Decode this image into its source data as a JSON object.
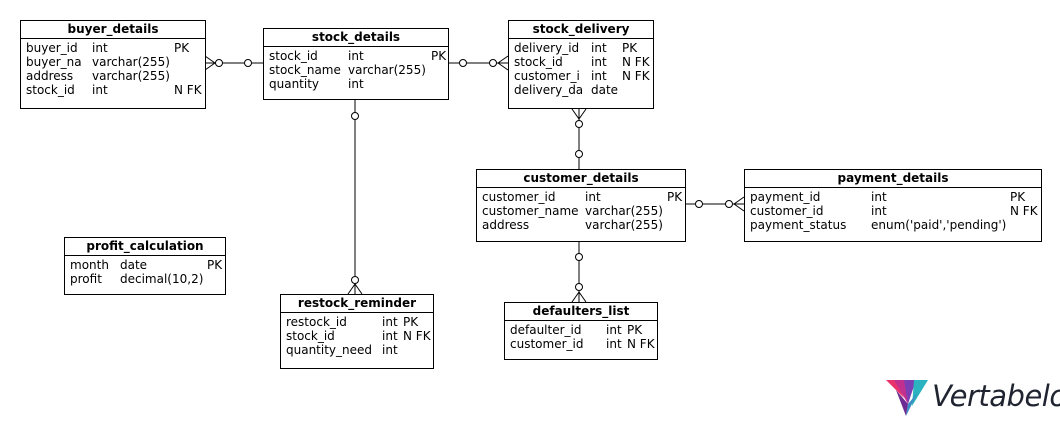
{
  "tables": {
    "buyer_details": {
      "title": "buyer_details",
      "columns": [
        {
          "name": "buyer_id",
          "type": "int",
          "key": "PK"
        },
        {
          "name": "buyer_na",
          "type": "varchar(255)",
          "key": ""
        },
        {
          "name": "address",
          "type": "varchar(255)",
          "key": ""
        },
        {
          "name": "stock_id",
          "type": "int",
          "key": "N FK"
        }
      ]
    },
    "stock_details": {
      "title": "stock_details",
      "columns": [
        {
          "name": "stock_id",
          "type": "int",
          "key": "PK"
        },
        {
          "name": "stock_name",
          "type": "varchar(255)",
          "key": ""
        },
        {
          "name": "quantity",
          "type": "int",
          "key": ""
        }
      ]
    },
    "stock_delivery": {
      "title": "stock_delivery",
      "columns": [
        {
          "name": "delivery_id",
          "type": "int",
          "key": "PK"
        },
        {
          "name": "stock_id",
          "type": "int",
          "key": "N FK"
        },
        {
          "name": "customer_i",
          "type": "int",
          "key": "N FK"
        },
        {
          "name": "delivery_da",
          "type": "date",
          "key": ""
        }
      ]
    },
    "customer_details": {
      "title": "customer_details",
      "columns": [
        {
          "name": "customer_id",
          "type": "int",
          "key": "PK"
        },
        {
          "name": "customer_name",
          "type": "varchar(255)",
          "key": ""
        },
        {
          "name": "address",
          "type": "varchar(255)",
          "key": ""
        }
      ]
    },
    "payment_details": {
      "title": "payment_details",
      "columns": [
        {
          "name": "payment_id",
          "type": "int",
          "key": "PK"
        },
        {
          "name": "customer_id",
          "type": "int",
          "key": "N FK"
        },
        {
          "name": "payment_status",
          "type": "enum('paid','pending')",
          "key": ""
        }
      ]
    },
    "profit_calculation": {
      "title": "profit_calculation",
      "columns": [
        {
          "name": "month",
          "type": "date",
          "key": "PK"
        },
        {
          "name": "profit",
          "type": "decimal(10,2)",
          "key": ""
        }
      ]
    },
    "restock_reminder": {
      "title": "restock_reminder",
      "columns": [
        {
          "name": "restock_id",
          "type": "int",
          "key": "PK"
        },
        {
          "name": "stock_id",
          "type": "int",
          "key": "N FK"
        },
        {
          "name": "quantity_need",
          "type": "int",
          "key": ""
        }
      ]
    },
    "defaulters_list": {
      "title": "defaulters_list",
      "columns": [
        {
          "name": "defaulter_id",
          "type": "int",
          "key": "PK"
        },
        {
          "name": "customer_id",
          "type": "int",
          "key": "N FK"
        }
      ]
    }
  },
  "branding": {
    "logo_text": "Vertabelo",
    "logo_colors": [
      "#e8336d",
      "#7b3fb5",
      "#2bb3c0",
      "#6d2c91"
    ]
  }
}
